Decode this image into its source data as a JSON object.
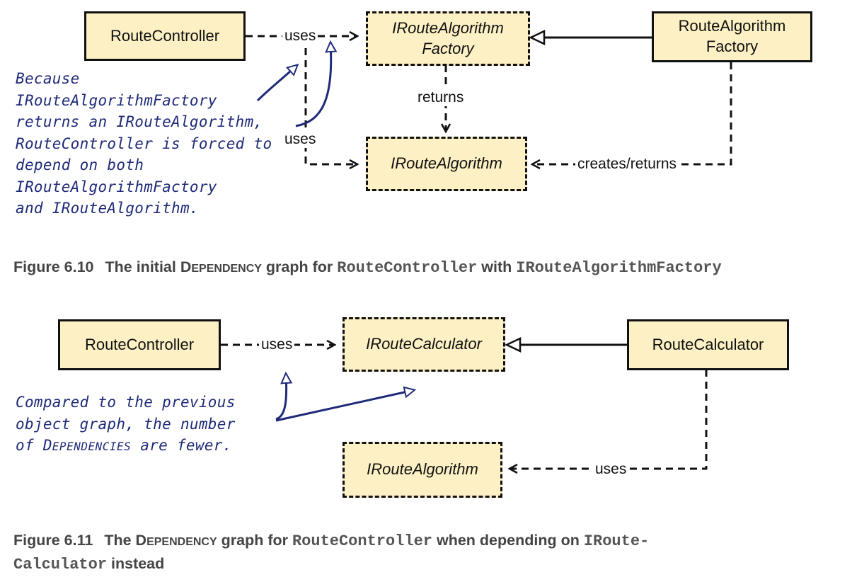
{
  "figure_6_10": {
    "route_controller": "RouteController",
    "factory_interface": [
      "IRouteAlgorithm",
      "Factory"
    ],
    "factory_concrete": [
      "RouteAlgorithm",
      "Factory"
    ],
    "route_algorithm": "IRouteAlgorithm",
    "uses_top": "uses",
    "uses_bottom": "uses",
    "returns": "returns",
    "creates_returns": "creates/returns",
    "annotation": {
      "lines": [
        "Because",
        "IRouteAlgorithmFactory",
        "returns an IRouteAlgorithm,",
        "RouteController is forced to",
        "depend on both",
        "IRouteAlgorithmFactory",
        "and IRouteAlgorithm."
      ]
    },
    "caption": {
      "number": "Figure 6.10",
      "text_1": "The initial ",
      "smallcaps_first": "D",
      "smallcaps_rest": "EPENDENCY",
      "text_2": " graph for ",
      "code_1": "RouteController",
      "text_3": " with ",
      "code_2": "IRouteAlgorithmFactory"
    }
  },
  "figure_6_11": {
    "route_controller": "RouteController",
    "calculator_interface": "IRouteCalculator",
    "calculator_concrete": "RouteCalculator",
    "route_algorithm": "IRouteAlgorithm",
    "uses_top": "uses",
    "uses_bottom": "uses",
    "annotation": {
      "line_1": "Compared to the previous",
      "line_2": "object graph, the number",
      "line_3_pre": "of ",
      "line_3_sc_first": "D",
      "line_3_sc_rest": "EPENDENCIES",
      "line_3_post": " are fewer."
    },
    "caption": {
      "number": "Figure 6.11",
      "text_1": "The ",
      "smallcaps_first": "D",
      "smallcaps_rest": "EPENDENCY",
      "text_2": " graph for ",
      "code_1": "RouteController",
      "text_3": " when depending on ",
      "code_2a": "IRoute-",
      "code_2b": "Calculator",
      "text_4": " instead"
    }
  },
  "colors": {
    "box_fill": "#fcf0c4",
    "line": "#111111",
    "annotation_ink": "#1e2a78",
    "caption": "#444444"
  }
}
